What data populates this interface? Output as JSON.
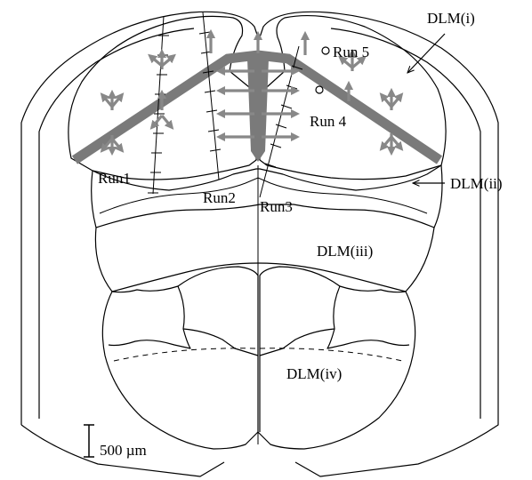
{
  "labels": {
    "dlm_i": "DLM(i)",
    "dlm_ii": "DLM(ii)",
    "dlm_iii": "DLM(iii)",
    "dlm_iv": "DLM(iv)",
    "run1": "Run1",
    "run2": "Run2",
    "run3": "Run3",
    "run4": "Run 4",
    "run5": "Run 5",
    "scale": "500 µm"
  },
  "colors": {
    "outline": "#000000",
    "fiber_band": "#7a7a7a",
    "arrows": "#888888",
    "background": "#ffffff"
  }
}
